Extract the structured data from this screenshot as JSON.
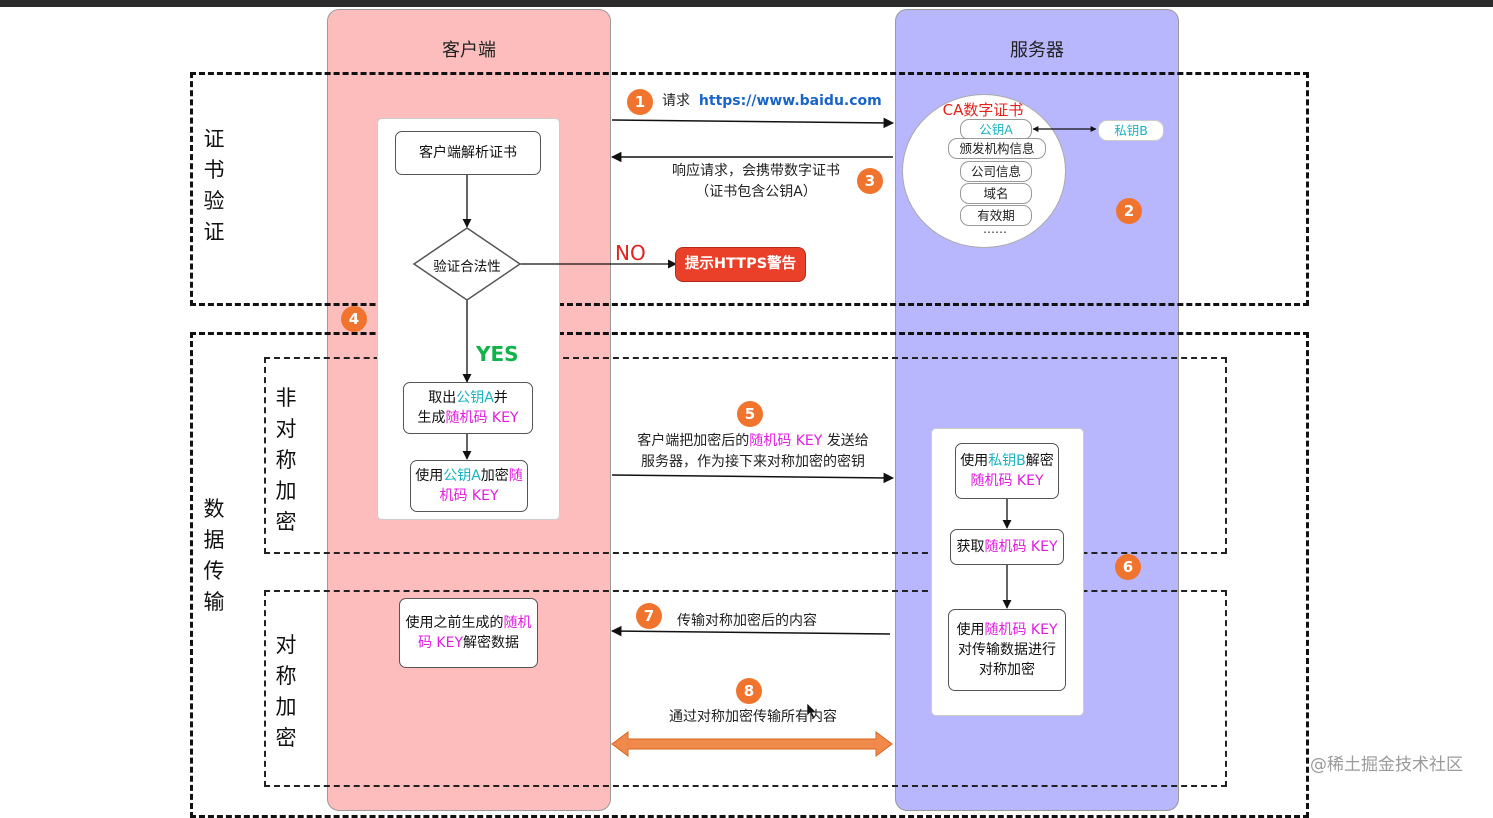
{
  "client_title": "客户端",
  "server_title": "服务器",
  "section_cert_label": "证书验证",
  "section_data_label": "数据传输",
  "section_asym_label": "非对称加密",
  "section_sym_label": "对称加密",
  "cert": {
    "title": "CA数字证书",
    "items": [
      "公钥A",
      "颁发机构信息",
      "公司信息",
      "域名",
      "有效期"
    ],
    "ellipsis": "……",
    "private_key": "私钥B"
  },
  "steps": {
    "s1": {
      "num": "1",
      "text": "请求",
      "url": "https://www.baidu.com"
    },
    "s2": {
      "num": "2"
    },
    "s3": {
      "num": "3",
      "line1": "响应请求，会携带数字证书",
      "line2": "（证书包含公钥A）"
    },
    "s4": {
      "num": "4"
    },
    "s5": {
      "num": "5",
      "l1a": "客户端把加密后的",
      "l1b": "随机码 KEY",
      "l1c": " 发送给",
      "line2": "服务器，作为接下来对称加密的密钥"
    },
    "s6": {
      "num": "6"
    },
    "s7": {
      "num": "7",
      "text": "传输对称加密后的内容"
    },
    "s8": {
      "num": "8",
      "text": "通过对称加密传输所有内容"
    }
  },
  "client_boxes": {
    "parse": "客户端解析证书",
    "verify": "验证合法性",
    "no": "NO",
    "yes": "YES",
    "warning": "提示HTTPS警告",
    "extract": {
      "a": "取出",
      "b": "公钥A",
      "c": "并",
      "d": "生成",
      "e": "随机码 KEY"
    },
    "encrypt": {
      "a": "使用",
      "b": "公钥A",
      "c": "加密",
      "d": "随",
      "e": "机码 KEY"
    },
    "decrypt": {
      "a": "使用之前生成的",
      "b": "随机",
      "c": "码 KEY",
      "d": "解密数据"
    }
  },
  "server_boxes": {
    "decrypt": {
      "a": "使用",
      "b": "私钥B",
      "c": "解密",
      "d": "随机码 KEY"
    },
    "get": {
      "a": "获取",
      "b": "随机码 KEY"
    },
    "sym": {
      "a": "使用",
      "b": "随机码 KEY",
      "c": "对传输数据进行",
      "d": "对称加密"
    }
  },
  "watermark": "@稀土掘金技术社区",
  "colors": {
    "client": "#fdbdbd",
    "server": "#b8b6fd",
    "badge": "#f1742e",
    "cyan": "#19b3c0",
    "magenta": "#e21be0",
    "no_red": "#e3221c",
    "yes_green": "#12b34a",
    "warning_bg": "#ea3f29"
  }
}
